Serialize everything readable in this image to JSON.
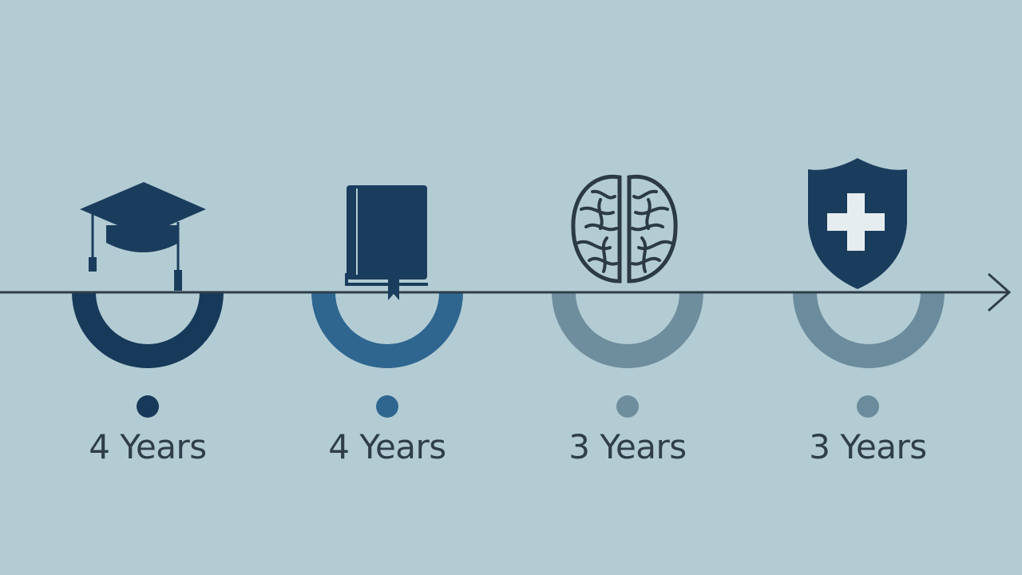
{
  "milestones": [
    {
      "icon": "graduation-cap-icon",
      "duration": "4 Years",
      "color": "#173a5a"
    },
    {
      "icon": "book-icon",
      "duration": "4 Years",
      "color": "#2e6690"
    },
    {
      "icon": "brain-icon",
      "duration": "3 Years",
      "color": "#6e8e9e"
    },
    {
      "icon": "medical-shield-icon",
      "duration": "3 Years",
      "color": "#6b8c9d"
    }
  ],
  "colors": {
    "background": "#b3ccd4",
    "timeline": "#2f3e49",
    "icon": "#1b3d5d"
  }
}
